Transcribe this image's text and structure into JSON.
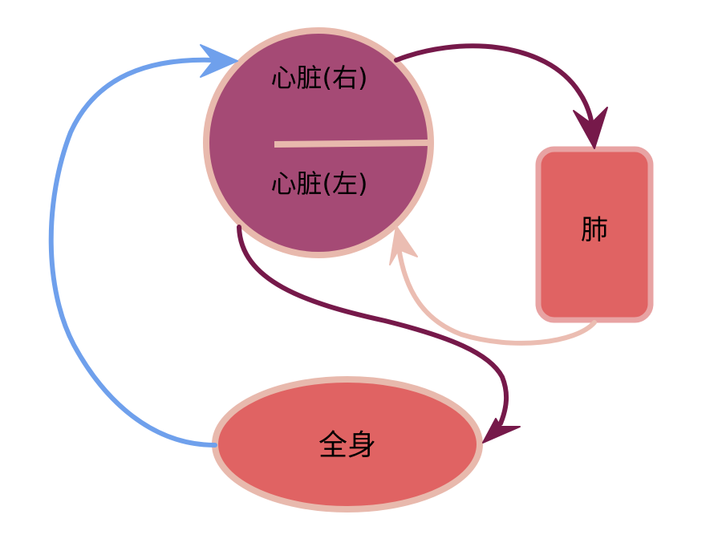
{
  "diagram": {
    "nodes": {
      "heart_right": {
        "label": "心脏(右)"
      },
      "heart_left": {
        "label": "心脏(左)"
      },
      "lungs": {
        "label": "肺"
      },
      "whole_body": {
        "label": "全身"
      }
    },
    "edges": [
      {
        "from": "heart_right",
        "to": "lungs"
      },
      {
        "from": "lungs",
        "to": "heart_left"
      },
      {
        "from": "heart_left",
        "to": "whole_body"
      },
      {
        "from": "whole_body",
        "to": "heart_right"
      }
    ]
  },
  "colors": {
    "heart_fill": "#a54a75",
    "heart_border": "#e8b9ad",
    "organ_fill": "#e06363",
    "organ_border": "#e8a3a3",
    "body_border": "#e8b9ad",
    "arrow_dark": "#76194a",
    "arrow_light": "#ebbdb2",
    "arrow_blue": "#6fa0ec",
    "text": "#000000"
  }
}
